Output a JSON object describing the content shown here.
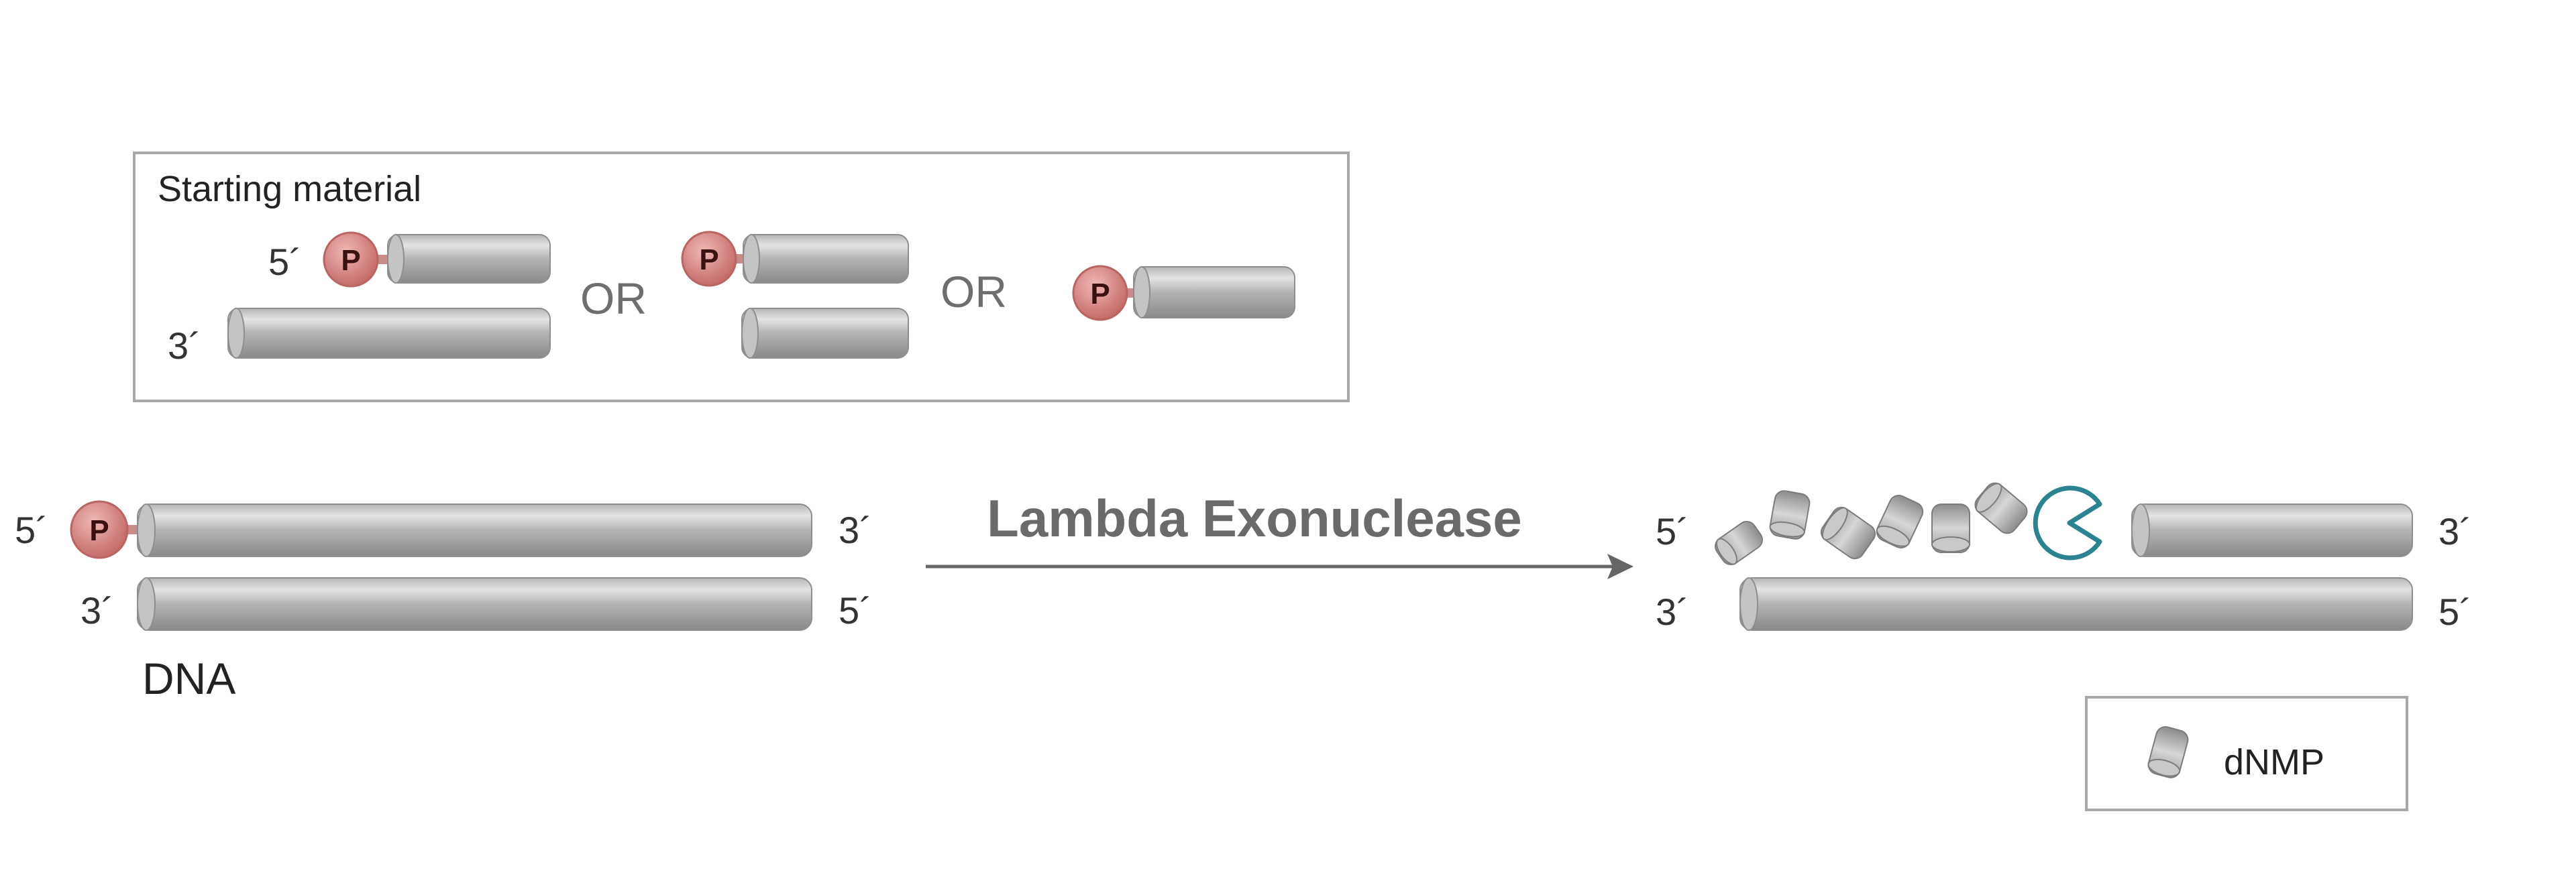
{
  "colors": {
    "strand": "#a7a7a7",
    "strand_highlight": "#dedede",
    "phosphate": "#d98a88",
    "enzyme_outline": "#2b8290",
    "box_border": "#a9a9a9",
    "arrow": "#666666"
  },
  "icons": {
    "phosphate": "phosphate-circle-icon",
    "enzyme": "pacman-enzyme-icon",
    "nucleotide": "dnmp-cylinder-icon"
  },
  "starting_material": {
    "title": "Starting material",
    "option1": {
      "label_5": "5´",
      "label_3": "3´",
      "p": "P"
    },
    "or1": "OR",
    "option2": {
      "p": "P"
    },
    "or2": "OR",
    "option3": {
      "p": "P"
    }
  },
  "reaction": {
    "input": {
      "top_5": "5´",
      "top_3": "3´",
      "bottom_3": "3´",
      "bottom_5": "5´",
      "p": "P",
      "caption": "DNA"
    },
    "enzyme_label": "Lambda Exonuclease",
    "output": {
      "top_5": "5´",
      "top_3": "3´",
      "bottom_3": "3´",
      "bottom_5": "5´"
    }
  },
  "legend": {
    "label": "dNMP"
  }
}
